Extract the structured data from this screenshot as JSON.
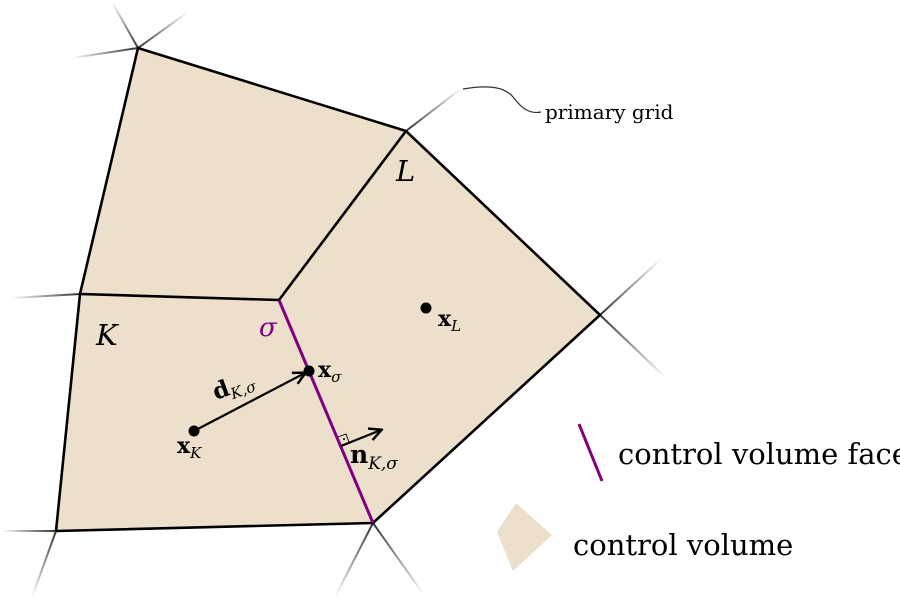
{
  "colors": {
    "cell_fill": "#ecdfcb",
    "edge": "#000000",
    "face": "#800080",
    "grid_fade": "#555555"
  },
  "labels": {
    "cell_K": "K",
    "cell_L": "L",
    "sigma": "σ",
    "primary_grid": "primary grid",
    "x_K_base": "x",
    "x_K_sub": "K",
    "x_L_base": "x",
    "x_L_sub": "L",
    "x_sigma_base": "x",
    "x_sigma_sub": "σ",
    "d_base": "d",
    "d_sub": "K,σ",
    "n_base": "n",
    "n_sub": "K,σ"
  },
  "legend": {
    "face_label": "control volume face",
    "volume_label": "control volume"
  }
}
